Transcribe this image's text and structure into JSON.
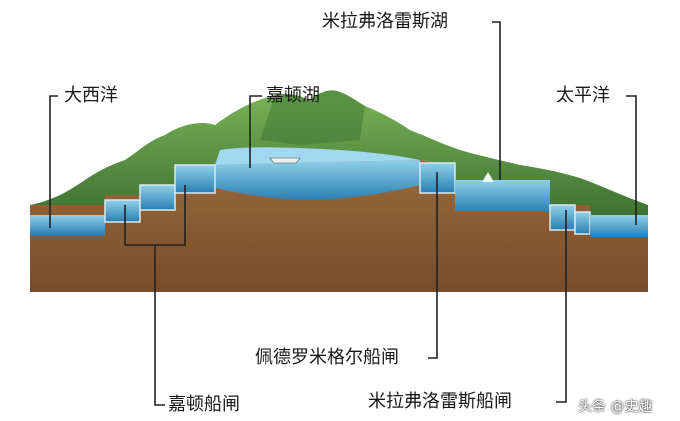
{
  "labels": {
    "atlantic": "大西洋",
    "gatun_lake": "嘉顿湖",
    "miraflores_lake": "米拉弗洛雷斯湖",
    "pacific": "太平洋",
    "pedro_miguel_locks": "佩德罗米格尔船闸",
    "gatun_locks": "嘉顿船闸",
    "miraflores_locks": "米拉弗洛雷斯船闸"
  },
  "watermark": "头条 @史趣",
  "colors": {
    "earth": "#8a5a33",
    "earth_dark": "#6f4525",
    "water": "#2f86b8",
    "water_light": "#7ec3df",
    "hill": "#5e9a46",
    "hill_dark": "#3f7a34",
    "leader": "#222222"
  }
}
